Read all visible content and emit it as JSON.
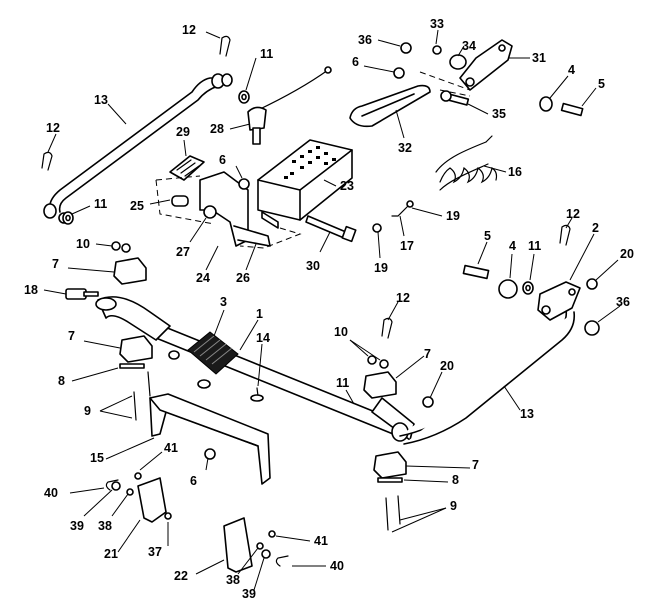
{
  "diagram": {
    "callouts": [
      {
        "id": "c1",
        "label": "1"
      },
      {
        "id": "c2",
        "label": "2"
      },
      {
        "id": "c3",
        "label": "3"
      },
      {
        "id": "c4a",
        "label": "4"
      },
      {
        "id": "c4b",
        "label": "4"
      },
      {
        "id": "c5a",
        "label": "5"
      },
      {
        "id": "c5b",
        "label": "5"
      },
      {
        "id": "c6a",
        "label": "6"
      },
      {
        "id": "c6b",
        "label": "6"
      },
      {
        "id": "c6c",
        "label": "6"
      },
      {
        "id": "c7a",
        "label": "7"
      },
      {
        "id": "c7b",
        "label": "7"
      },
      {
        "id": "c7c",
        "label": "7"
      },
      {
        "id": "c7d",
        "label": "7"
      },
      {
        "id": "c8a",
        "label": "8"
      },
      {
        "id": "c8b",
        "label": "8"
      },
      {
        "id": "c9a",
        "label": "9"
      },
      {
        "id": "c9b",
        "label": "9"
      },
      {
        "id": "c10a",
        "label": "10"
      },
      {
        "id": "c10b",
        "label": "10"
      },
      {
        "id": "c11a",
        "label": "11"
      },
      {
        "id": "c11b",
        "label": "11"
      },
      {
        "id": "c11c",
        "label": "11"
      },
      {
        "id": "c11d",
        "label": "11"
      },
      {
        "id": "c12a",
        "label": "12"
      },
      {
        "id": "c12b",
        "label": "12"
      },
      {
        "id": "c12c",
        "label": "12"
      },
      {
        "id": "c12d",
        "label": "12"
      },
      {
        "id": "c13a",
        "label": "13"
      },
      {
        "id": "c13b",
        "label": "13"
      },
      {
        "id": "c14",
        "label": "14"
      },
      {
        "id": "c15",
        "label": "15"
      },
      {
        "id": "c16",
        "label": "16"
      },
      {
        "id": "c17",
        "label": "17"
      },
      {
        "id": "c18",
        "label": "18"
      },
      {
        "id": "c19a",
        "label": "19"
      },
      {
        "id": "c19b",
        "label": "19"
      },
      {
        "id": "c20a",
        "label": "20"
      },
      {
        "id": "c20b",
        "label": "20"
      },
      {
        "id": "c21",
        "label": "21"
      },
      {
        "id": "c22",
        "label": "22"
      },
      {
        "id": "c23",
        "label": "23"
      },
      {
        "id": "c24",
        "label": "24"
      },
      {
        "id": "c25",
        "label": "25"
      },
      {
        "id": "c26",
        "label": "26"
      },
      {
        "id": "c27",
        "label": "27"
      },
      {
        "id": "c28",
        "label": "28"
      },
      {
        "id": "c29",
        "label": "29"
      },
      {
        "id": "c30",
        "label": "30"
      },
      {
        "id": "c31",
        "label": "31"
      },
      {
        "id": "c32",
        "label": "32"
      },
      {
        "id": "c33",
        "label": "33"
      },
      {
        "id": "c34",
        "label": "34"
      },
      {
        "id": "c35",
        "label": "35"
      },
      {
        "id": "c36a",
        "label": "36"
      },
      {
        "id": "c36b",
        "label": "36"
      },
      {
        "id": "c37",
        "label": "37"
      },
      {
        "id": "c38a",
        "label": "38"
      },
      {
        "id": "c38b",
        "label": "38"
      },
      {
        "id": "c39a",
        "label": "39"
      },
      {
        "id": "c39b",
        "label": "39"
      },
      {
        "id": "c40a",
        "label": "40"
      },
      {
        "id": "c40b",
        "label": "40"
      },
      {
        "id": "c41a",
        "label": "41"
      },
      {
        "id": "c41b",
        "label": "41"
      }
    ]
  }
}
